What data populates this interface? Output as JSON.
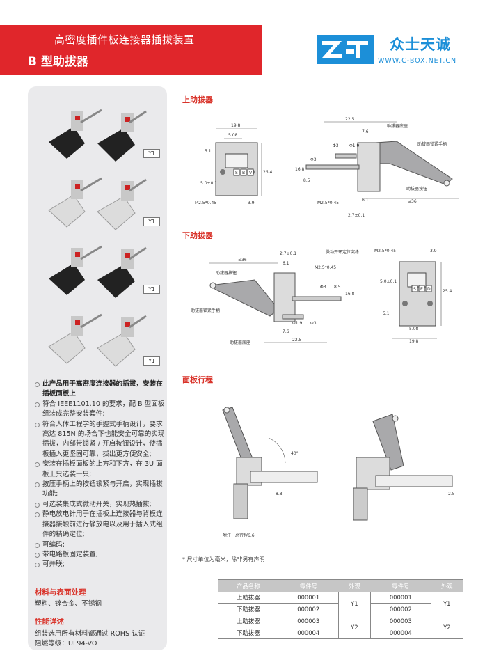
{
  "header": {
    "title_line1": "高密度插件板连接器插拔装置",
    "title_line2": "B 型助拔器"
  },
  "brand": {
    "name": "众士天诚",
    "url": "WWW.C-BOX.NET.CN"
  },
  "product_images": [
    {
      "tag": "Y1"
    },
    {
      "tag": "Y1"
    },
    {
      "tag": "Y1"
    },
    {
      "tag": "Y1"
    }
  ],
  "features": [
    {
      "text": "此产品用于高密度连接器的插拔，安装在插板面板上",
      "bold": true
    },
    {
      "text": "符合 IEEE1101.10 的要求，配 B 型面板组装成完整安装套件;"
    },
    {
      "text": "符合人体工程学的手握式手柄设计，要求高达 815N 的场合下也能安全可靠的实现插拔，内部带锁紧 / 开启按钮设计，使插板插入更坚固可靠，拔出更方便安全;"
    },
    {
      "text": "安装在插板面板的上方和下方，在 3U 面板上只选装一只;"
    },
    {
      "text": "按压手柄上的按钮锁紧与开启，实现插拔功能;"
    },
    {
      "text": "可选装集成式微动开关，实现热插拔;"
    },
    {
      "text": "静电放电针用于在插板上连接器与背板连接器接触前进行静放电以及用于插入式组件的精确定位;"
    },
    {
      "text": "可编码;"
    },
    {
      "text": "带电路板固定装置;"
    },
    {
      "text": "可并联;"
    }
  ],
  "material": {
    "heading": "材料与表面处理",
    "text": "塑料、锌合金、不锈钢"
  },
  "performance": {
    "heading": "性能详述",
    "line1": "组装选用所有材料都通过 ROHS 认证",
    "line2": "阻燃等级：UL94-VO"
  },
  "sections": {
    "upper": "上助拔器",
    "lower": "下助拔器",
    "travel": "面板行程"
  },
  "upper_drawing": {
    "dims": [
      "19.8",
      "5.08",
      "5.1",
      "25.4",
      "5.0±0.1",
      "M2.5*0.45",
      "3.9",
      "22.5",
      "7.6",
      "Φ3",
      "Φ1.9",
      "Φ3",
      "16.8",
      "8.5",
      "6.1",
      "M2.5*0.45",
      "2.7±0.1",
      "≤36"
    ],
    "letters": [
      "S",
      "B",
      "V"
    ],
    "labels": [
      "助拔器底座",
      "助拔器锁紧手柄",
      "助拔器按钮"
    ]
  },
  "lower_drawing": {
    "dims": [
      "2.7±0.1",
      "6.1",
      "M2.5*0.45",
      "Φ3",
      "8.5",
      "16.8",
      "Φ1.9",
      "Φ3",
      "7.6",
      "22.5",
      "≤36",
      "M2.5*0.45",
      "3.9",
      "5.0±0.1",
      "5.1",
      "25.4",
      "5.08",
      "19.8"
    ],
    "letters": [
      "S",
      "E",
      "D"
    ],
    "labels": [
      "微动开环定位突缘",
      "助拔器按钮",
      "助拔器锁紧手柄",
      "助拔器底座"
    ]
  },
  "travel_drawing": {
    "angle": "40°",
    "dim1": "8.8",
    "dim2": "2.5",
    "note": "附注：总行程6.6"
  },
  "footnote": "* 尺寸单位为毫米，除非另有声明",
  "parts_table": {
    "headers": [
      "产品名称",
      "零件号",
      "外观",
      "零件号",
      "外观"
    ],
    "rows": [
      {
        "name": "上助拔器",
        "pn1": "000001",
        "look1": "Y1",
        "pn2": "000001",
        "look2": "Y1"
      },
      {
        "name": "下助拔器",
        "pn1": "000002",
        "pn2": "000002"
      },
      {
        "name": "上助拔器",
        "pn1": "000003",
        "look1": "Y2",
        "pn2": "000003",
        "look2": "Y2"
      },
      {
        "name": "下助拔器",
        "pn1": "000004",
        "pn2": "000004"
      }
    ]
  },
  "colors": {
    "brand_red": "#e0262b",
    "brand_blue": "#1c8fd8",
    "panel_bg": "#eaeaec",
    "part_gray": "#a9a9ab"
  }
}
